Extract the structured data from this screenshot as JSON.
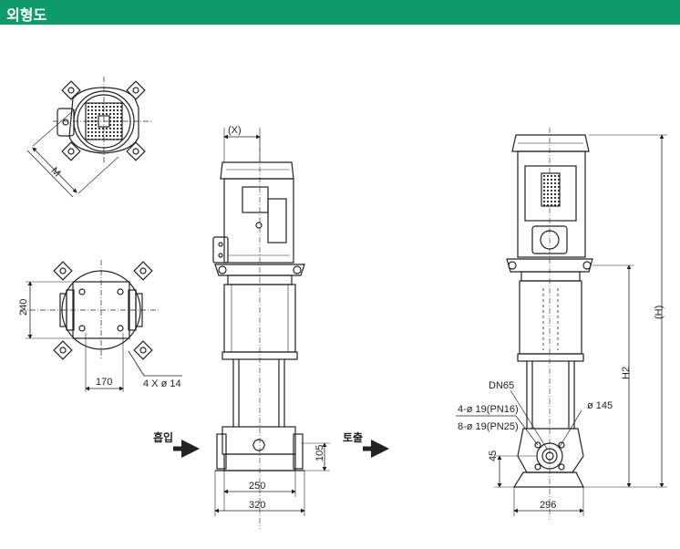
{
  "header": {
    "title": "외형도",
    "color": "#0e9a6b"
  },
  "labels": {
    "m": "M",
    "x": "(X)",
    "h": "(H)",
    "h2": "H2",
    "inlet": "흡입",
    "outlet": "토출",
    "dn": "DN65",
    "flange16": "4-ø 19(PN16)",
    "flange25": "8-ø 19(PN25)",
    "dia145": "ø 145",
    "holes": "4 X ø 14",
    "d240": "240",
    "d170": "170",
    "d250": "250",
    "d320": "320",
    "d105": "105",
    "d45": "45",
    "d296": "296"
  }
}
